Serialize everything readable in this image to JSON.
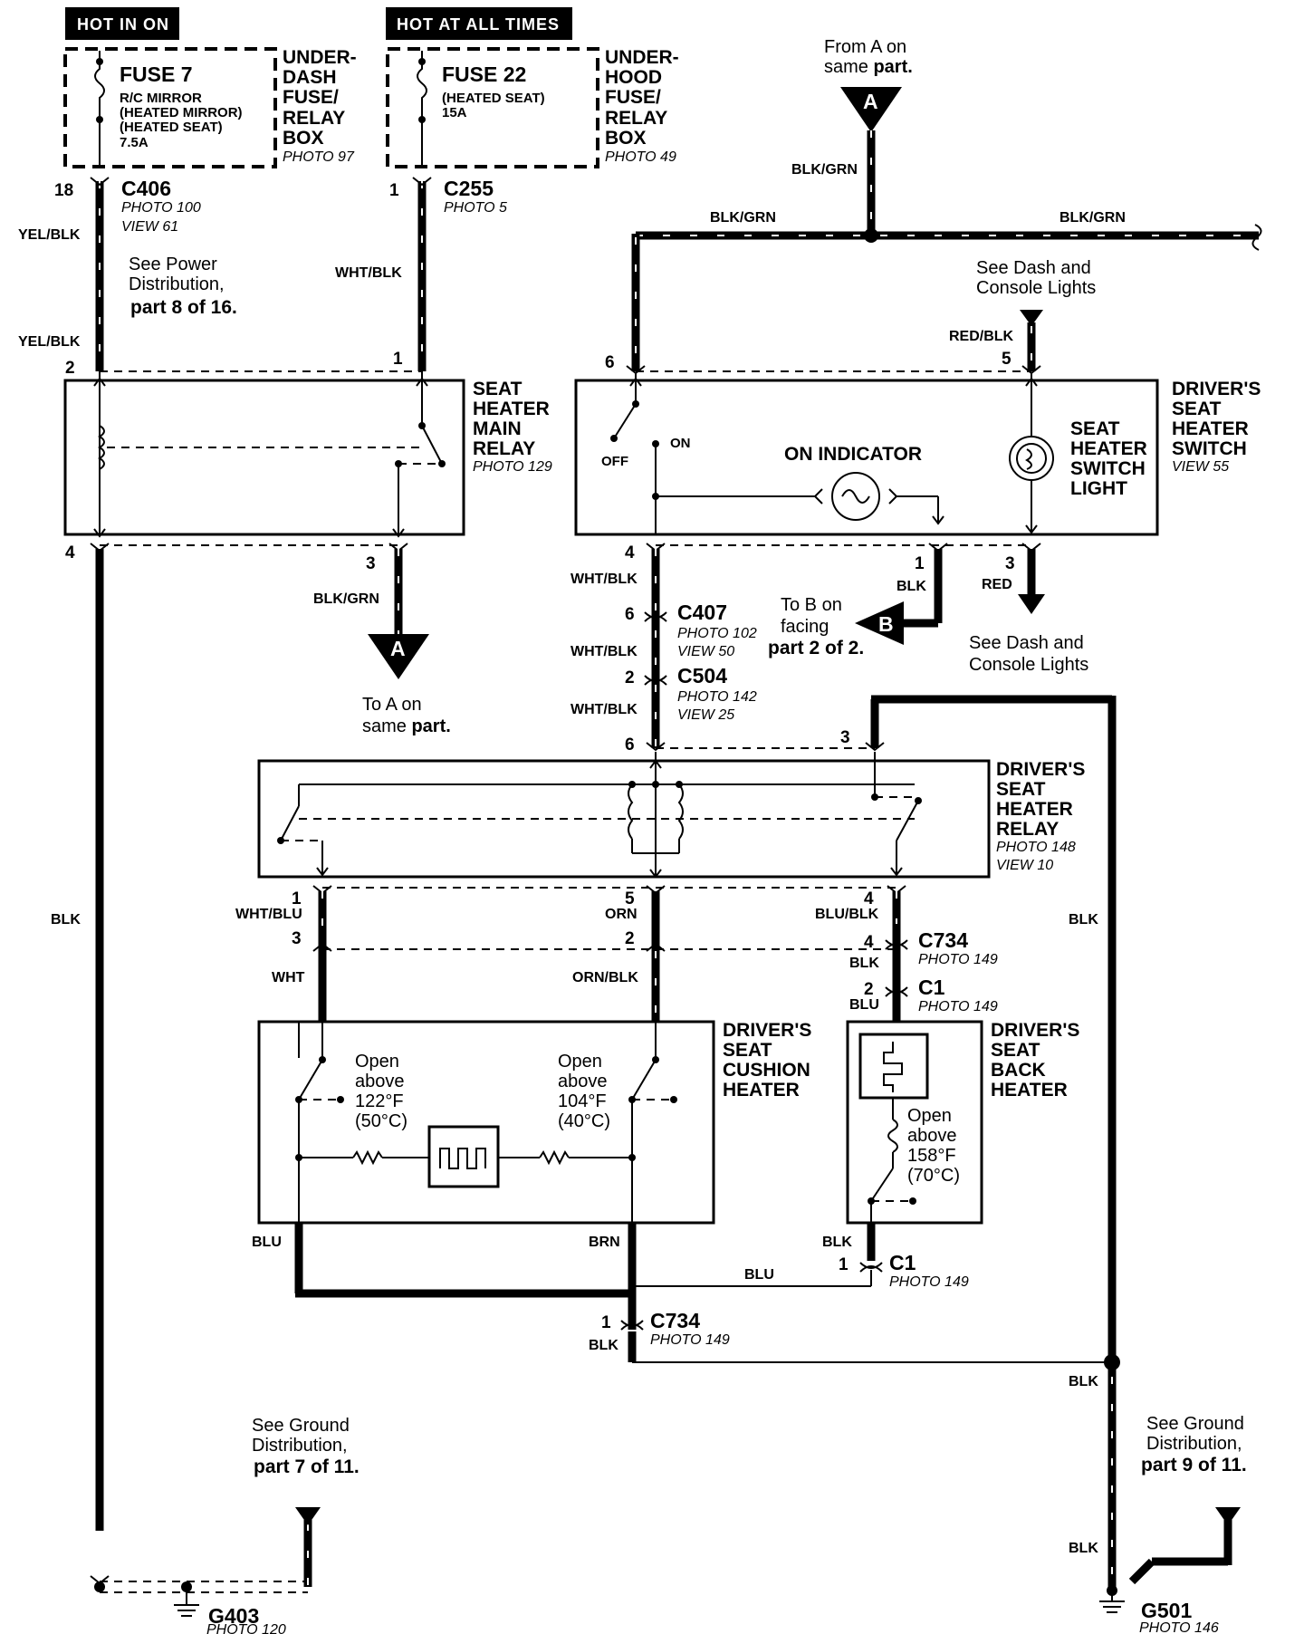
{
  "headers": {
    "hot_in_on": "HOT IN ON",
    "hot_at_all_times": "HOT AT ALL TIMES"
  },
  "fuse7": {
    "name": "FUSE 7",
    "line1": "R/C MIRROR",
    "line2": "(HEATED MIRROR)",
    "line3": "(HEATED SEAT)",
    "rating": "7.5A"
  },
  "underdash_box": {
    "l1": "UNDER-",
    "l2": "DASH",
    "l3": "FUSE/",
    "l4": "RELAY",
    "l5": "BOX",
    "photo": "PHOTO 97"
  },
  "fuse22": {
    "name": "FUSE 22",
    "line1": "(HEATED SEAT)",
    "rating": "15A"
  },
  "underhood_box": {
    "l1": "UNDER-",
    "l2": "HOOD",
    "l3": "FUSE/",
    "l4": "RELAY",
    "l5": "BOX",
    "photo": "PHOTO 49"
  },
  "from_a": {
    "l1": "From A on",
    "l2a": "same ",
    "l2b": "part.",
    "letter": "A"
  },
  "c406": {
    "pin": "18",
    "name": "C406",
    "photo": "PHOTO 100",
    "view": "VIEW 61"
  },
  "c255": {
    "pin": "1",
    "name": "C255",
    "photo": "PHOTO 5"
  },
  "power_ref": {
    "l1": "See Power",
    "l2": "Distribution,",
    "l3": "part  8  of 16."
  },
  "dash_lights_ref1": {
    "l1": "See Dash and",
    "l2": "Console Lights"
  },
  "dash_lights_ref2": {
    "l1": "See Dash and",
    "l2": "Console Lights"
  },
  "wires": {
    "yel_blk": "YEL/BLK",
    "wht_blk": "WHT/BLK",
    "blk_grn": "BLK/GRN",
    "red_blk": "RED/BLK",
    "blk": "BLK",
    "red": "RED",
    "wht_blu": "WHT/BLU",
    "orn": "ORN",
    "blu_blk": "BLU/BLK",
    "wht": "WHT",
    "orn_blk": "ORN/BLK",
    "blu": "BLU",
    "brn": "BRN"
  },
  "main_relay": {
    "l1": "SEAT",
    "l2": "HEATER",
    "l3": "MAIN",
    "l4": "RELAY",
    "photo": "PHOTO 129"
  },
  "heater_switch": {
    "l1": "DRIVER'S",
    "l2": "SEAT",
    "l3": "HEATER",
    "l4": "SWITCH",
    "view": "VIEW 55",
    "off": "OFF",
    "on": "ON",
    "indicator": "ON INDICATOR",
    "light1": "SEAT",
    "light2": "HEATER",
    "light3": "SWITCH",
    "light4": "LIGHT"
  },
  "to_a": {
    "l1": "To A on",
    "l2a": "same ",
    "l2b": "part.",
    "letter": "A"
  },
  "to_b": {
    "l1": "To B on",
    "l2": "facing",
    "l3": "part 2 of 2.",
    "letter": "B"
  },
  "c407": {
    "pin": "6",
    "name": "C407",
    "photo": "PHOTO 102",
    "view": "VIEW 50"
  },
  "c504": {
    "pin": "2",
    "name": "C504",
    "photo": "PHOTO 142",
    "view": "VIEW 25"
  },
  "heater_relay": {
    "l1": "DRIVER'S",
    "l2": "SEAT",
    "l3": "HEATER",
    "l4": "RELAY",
    "photo": "PHOTO 148",
    "view": "VIEW 10"
  },
  "c734_top": {
    "pin": "4",
    "name": "C734",
    "photo": "PHOTO 149"
  },
  "c1_top": {
    "pin": "2",
    "name": "C1",
    "photo": "PHOTO 149"
  },
  "cushion_heater": {
    "l1": "DRIVER'S",
    "l2": "SEAT",
    "l3": "CUSHION",
    "l4": "HEATER",
    "t1a": "Open",
    "t1b": "above",
    "t1c": "122°F",
    "t1d": "(50°C)",
    "t2a": "Open",
    "t2b": "above",
    "t2c": "104°F",
    "t2d": "(40°C)"
  },
  "back_heater": {
    "l1": "DRIVER'S",
    "l2": "SEAT",
    "l3": "BACK",
    "l4": "HEATER",
    "ta": "Open",
    "tb": "above",
    "tc": "158°F",
    "td": "(70°C)"
  },
  "c1_bottom": {
    "pin": "1",
    "name": "C1",
    "photo": "PHOTO 149"
  },
  "c734_bottom": {
    "pin": "1",
    "name": "C734",
    "photo": "PHOTO 149"
  },
  "ground_ref7": {
    "l1": "See Ground",
    "l2": "Distribution,",
    "l3": "part 7 of 11."
  },
  "ground_ref9": {
    "l1": "See Ground",
    "l2": "Distribution,",
    "l3": "part 9 of 11."
  },
  "g403": {
    "name": "G403",
    "photo": "PHOTO 120"
  },
  "g501": {
    "name": "G501",
    "photo": "PHOTO 146"
  },
  "pins": {
    "p2": "2",
    "p1": "1",
    "p6": "6",
    "p5": "5",
    "p4": "4",
    "p3": "3",
    "r_p6": "6",
    "r_p3": "3",
    "r_p1": "1",
    "r_p5": "5",
    "r_p4": "4",
    "h_p3": "3",
    "h_p2": "2",
    "h_p4": "4"
  }
}
